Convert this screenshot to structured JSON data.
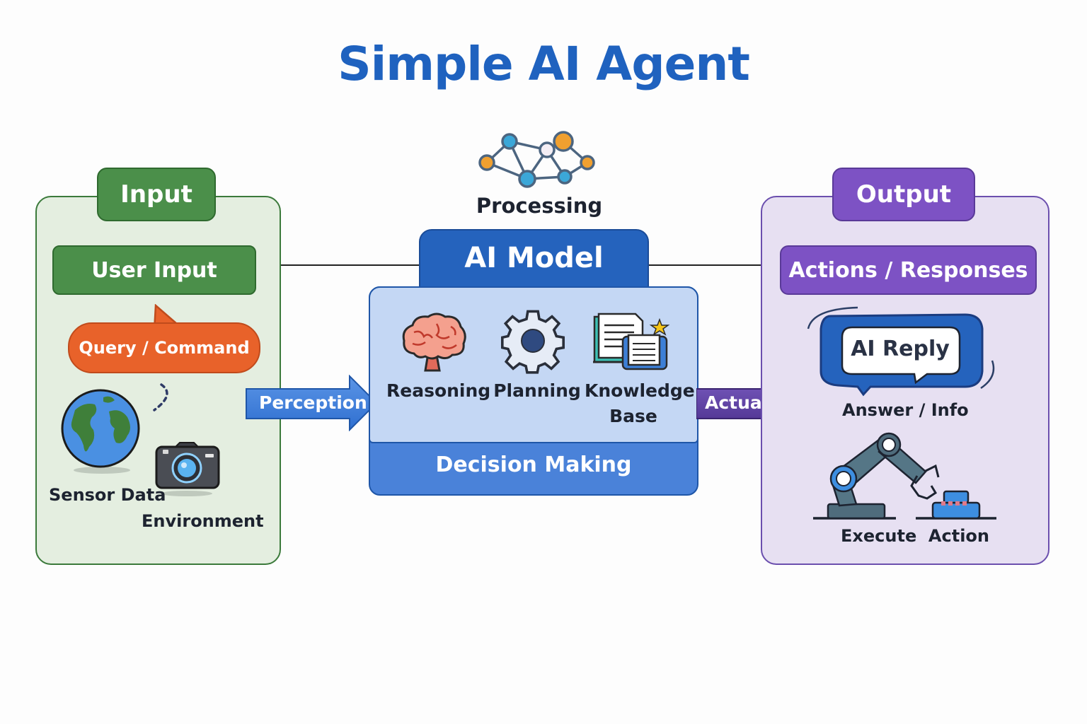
{
  "title": "Simple AI Agent",
  "colors": {
    "title": "#1f62bf",
    "input": "#4b8f4a",
    "query": "#e8622a",
    "model": "#2563bd",
    "output": "#7d52c4",
    "perception": "#3a78d6",
    "actuation": "#5a3d9e"
  },
  "input": {
    "header": "Input",
    "user_input": "User Input",
    "query": "Query / Command",
    "sensor_label": "Sensor Data",
    "environment_label": "Environment",
    "icons": [
      "speech-bubble-icon",
      "globe-icon",
      "camera-icon"
    ]
  },
  "perception_arrow": {
    "label": "Perception"
  },
  "processing": {
    "label": "Processing",
    "icon": "neural-network-icon",
    "model_title": "AI Model",
    "components": [
      {
        "label": "Reasoning",
        "icon": "brain-icon"
      },
      {
        "label": "Planning",
        "icon": "gear-icon"
      },
      {
        "label_line1": "Knowledge",
        "label_line2": "Base",
        "icon": "documents-icon"
      }
    ],
    "footer": "Decision Making"
  },
  "actuation_arrow": {
    "label": "Actuation"
  },
  "output": {
    "header": "Output",
    "actions": "Actions / Responses",
    "reply": "AI Reply",
    "answer_label": "Answer / Info",
    "execute_label": "Execute  Action",
    "icons": [
      "chat-bubble-icon",
      "robot-arm-icon"
    ]
  }
}
